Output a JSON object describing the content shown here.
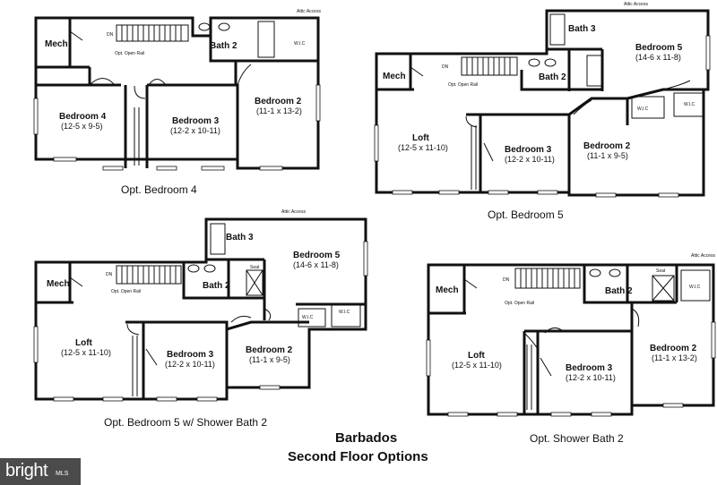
{
  "title_line1": "Barbados",
  "title_line2": "Second Floor Options",
  "watermark": {
    "brand": "bright",
    "suffix": "MLS"
  },
  "plans": {
    "p1": {
      "caption": "Opt. Bedroom 4",
      "attic": "Attic Access",
      "mech": "Mech",
      "dn": "DN",
      "rail": "Opt. Open Rail",
      "bath2": "Bath 2",
      "wic": "W.I.C",
      "bed4": {
        "name": "Bedroom 4",
        "dim": "(12-5 x 9-5)"
      },
      "bed3": {
        "name": "Bedroom 3",
        "dim": "(12-2 x 10-11)"
      },
      "bed2": {
        "name": "Bedroom 2",
        "dim": "(11-1 x 13-2)"
      }
    },
    "p2": {
      "caption": "Opt. Bedroom 5",
      "attic": "Attic Access",
      "mech": "Mech",
      "dn": "DN",
      "rail": "Opt. Open Rail",
      "bath2": "Bath 2",
      "bath3": "Bath 3",
      "wic": "W.I.C",
      "loft": {
        "name": "Loft",
        "dim": "(12-5 x 11-10)"
      },
      "bed3": {
        "name": "Bedroom 3",
        "dim": "(12-2 x 10-11)"
      },
      "bed2": {
        "name": "Bedroom 2",
        "dim": "(11-1 x 9-5)"
      },
      "bed5": {
        "name": "Bedroom 5",
        "dim": "(14-6 x 11-8)"
      }
    },
    "p3": {
      "caption": "Opt. Bedroom 5 w/ Shower Bath 2",
      "attic": "Attic Access",
      "mech": "Mech",
      "dn": "DN",
      "rail": "Opt. Open Rail",
      "bath2": "Bath 2",
      "bath3": "Bath 3",
      "seat": "Seat",
      "wic": "W.I.C",
      "loft": {
        "name": "Loft",
        "dim": "(12-5 x 11-10)"
      },
      "bed3": {
        "name": "Bedroom 3",
        "dim": "(12-2 x 10-11)"
      },
      "bed2": {
        "name": "Bedroom 2",
        "dim": "(11-1 x 9-5)"
      },
      "bed5": {
        "name": "Bedroom 5",
        "dim": "(14-6 x 11-8)"
      }
    },
    "p4": {
      "caption": "Opt. Shower Bath 2",
      "attic": "Attic Access",
      "mech": "Mech",
      "dn": "DN",
      "rail": "Opt. Open Rail",
      "bath2": "Bath 2",
      "seat": "Seat",
      "wic": "W.I.C",
      "loft": {
        "name": "Loft",
        "dim": "(12-5 x 11-10)"
      },
      "bed3": {
        "name": "Bedroom 3",
        "dim": "(12-2 x 10-11)"
      },
      "bed2": {
        "name": "Bedroom 2",
        "dim": "(11-1 x 13-2)"
      }
    }
  }
}
